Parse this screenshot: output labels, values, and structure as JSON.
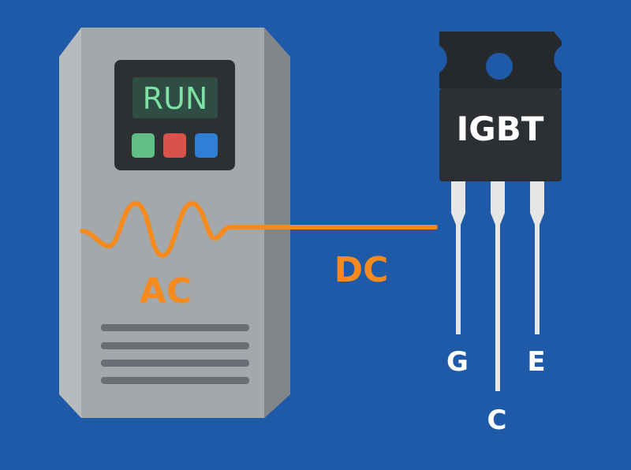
{
  "colors": {
    "background": "#1f5aa8",
    "drive_body": "#a3a8ab",
    "drive_side": "#80868a",
    "display_bezel": "#2d3033",
    "lcd": "#2f4d45",
    "lcd_text": "#7fe0a4",
    "button_green": "#5fbf84",
    "button_red": "#d9534a",
    "button_blue": "#2f7fd6",
    "waveform": "#f58a1f",
    "igbt_body": "#2c2f33",
    "igbt_tab": "#26292c",
    "leads": "#e6e6e6",
    "label_white": "#ffffff",
    "vent": "#686e73"
  },
  "drive": {
    "display_text": "RUN",
    "buttons": [
      "green",
      "red",
      "blue"
    ],
    "ac_label": "AC",
    "vent_slots": 4
  },
  "connection": {
    "dc_label": "DC"
  },
  "igbt": {
    "label": "IGBT",
    "pins": {
      "gate": "G",
      "collector": "C",
      "emitter": "E"
    }
  }
}
